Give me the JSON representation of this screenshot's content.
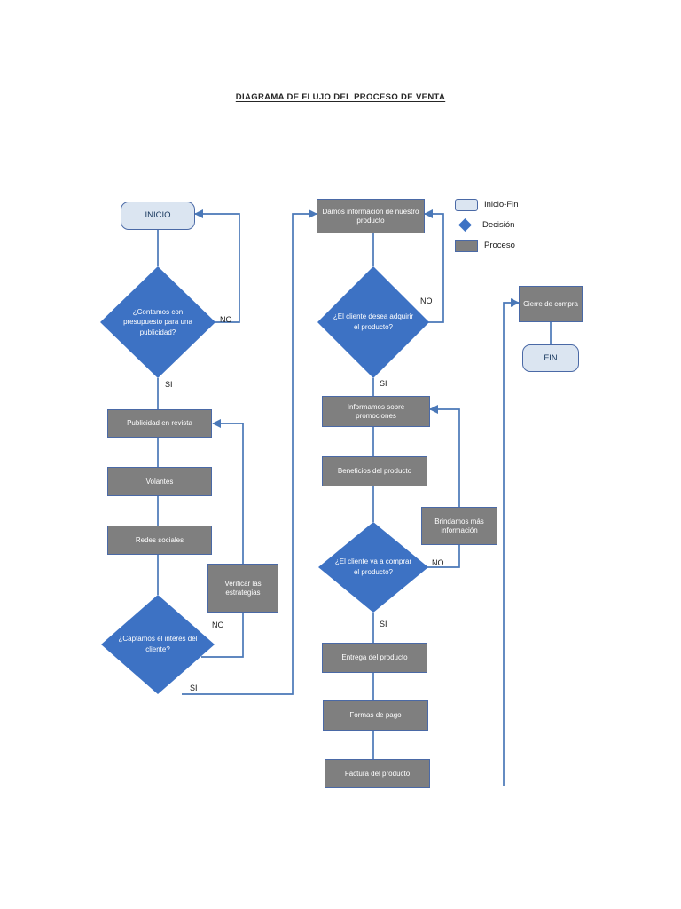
{
  "document": {
    "title": "DIAGRAMA DE FLUJO DEL PROCESO DE VENTA"
  },
  "legend": {
    "items": [
      {
        "label": "Inicio-Fin",
        "shape": "rounded-rectangle",
        "color": "#dbe5f1"
      },
      {
        "label": "Decisión",
        "shape": "diamond",
        "color": "#3d72c4"
      },
      {
        "label": "Proceso",
        "shape": "rectangle",
        "color": "#7f7f7f"
      }
    ]
  },
  "colors": {
    "terminator_fill": "#dbe5f1",
    "terminator_border": "#4a69a6",
    "decision_fill": "#3d72c4",
    "process_fill": "#7f7f7f",
    "connector": "#4a78b8",
    "text_dark": "#17375e",
    "text_light": "#ffffff"
  },
  "flowchart": {
    "nodes": {
      "inicio": "INICIO",
      "decision_presupuesto": "¿Contamos con presupuesto para una publicidad?",
      "publicidad_revista": "Publicidad en revista",
      "volantes": "Volantes",
      "redes_sociales": "Redes sociales",
      "verificar_estrategias": "Verificar las estrategias",
      "decision_captamos": "¿Captamos el interés del cliente?",
      "damos_informacion": "Damos información de nuestro producto",
      "decision_desea_adquirir": "¿El cliente desea adquirir el producto?",
      "informamos_promociones": "Informamos sobre promociones",
      "beneficios_producto": "Beneficios del producto",
      "brindamos_informacion": "Brindamos más información",
      "decision_va_comprar": "¿El cliente va a comprar el producto?",
      "entrega_producto": "Entrega del producto",
      "formas_pago": "Formas de pago",
      "factura_producto": "Factura del producto",
      "cierre_compra": "Cierre de compra",
      "fin": "FIN"
    },
    "edge_labels": {
      "presupuesto_no": "NO",
      "presupuesto_si": "SI",
      "captamos_no": "NO",
      "captamos_si": "SI",
      "desea_adquirir_no": "NO",
      "desea_adquirir_si": "SI",
      "va_comprar_no": "NO",
      "va_comprar_si": "SI"
    }
  }
}
